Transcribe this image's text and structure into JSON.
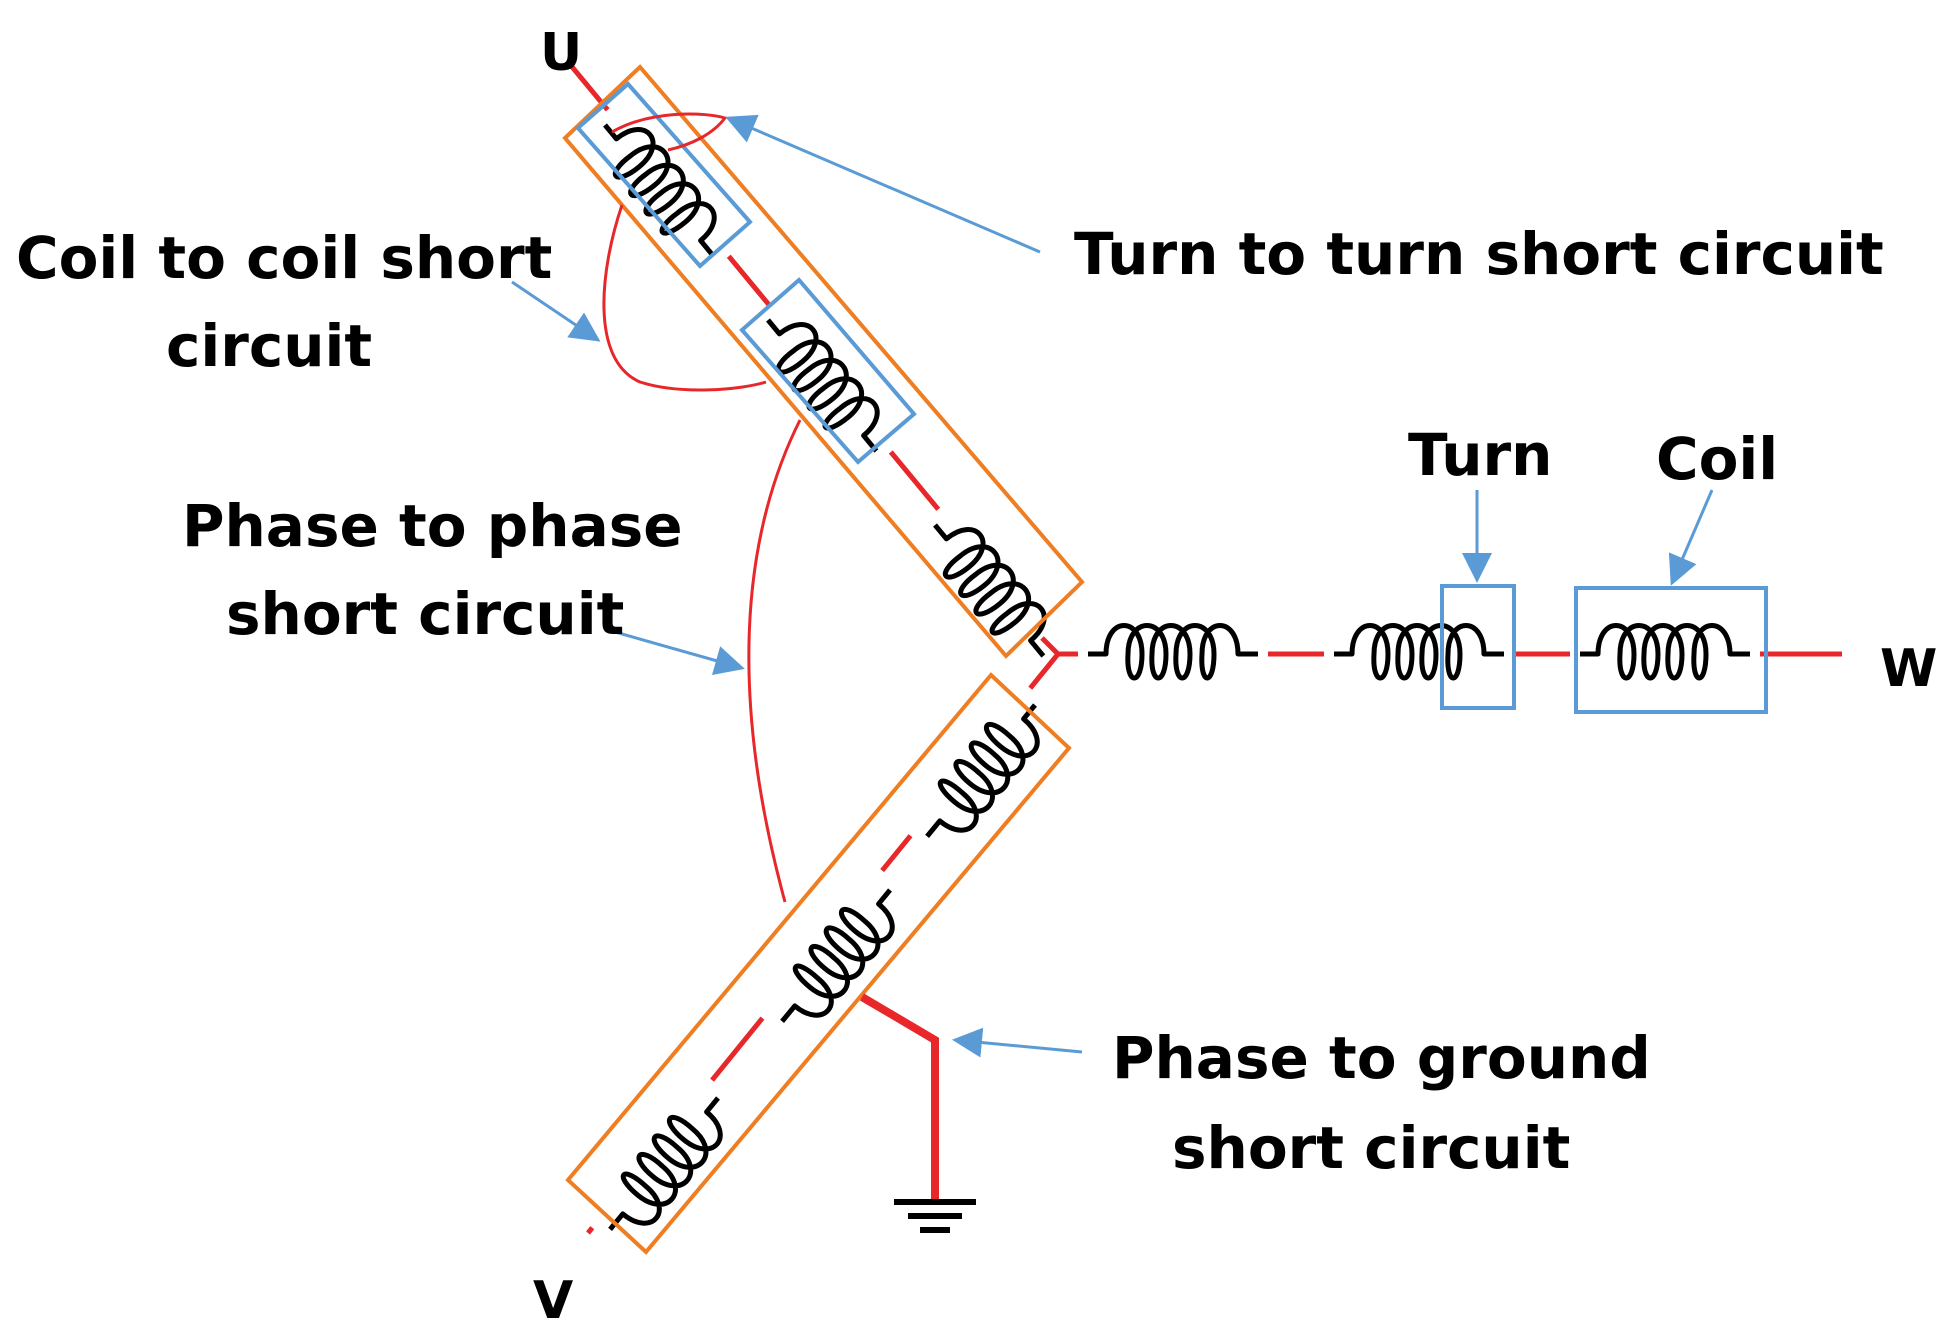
{
  "terminals": {
    "u": "U",
    "v": "V",
    "w": "W"
  },
  "labels": {
    "coil_to_coil": [
      "Coil to coil short",
      "circuit"
    ],
    "turn_to_turn": "Turn to turn short circuit",
    "phase_to_phase": [
      "Phase to phase",
      "short circuit"
    ],
    "turn": "Turn",
    "coil": "Coil",
    "phase_to_ground": [
      "Phase to ground",
      "short circuit"
    ]
  },
  "colors": {
    "wire": "#e8272a",
    "fault": "#e8272a",
    "phase_box": "#ef7d22",
    "highlight_box": "#5b9bd5",
    "arrow": "#5b9bd5",
    "coil": "#000000"
  }
}
